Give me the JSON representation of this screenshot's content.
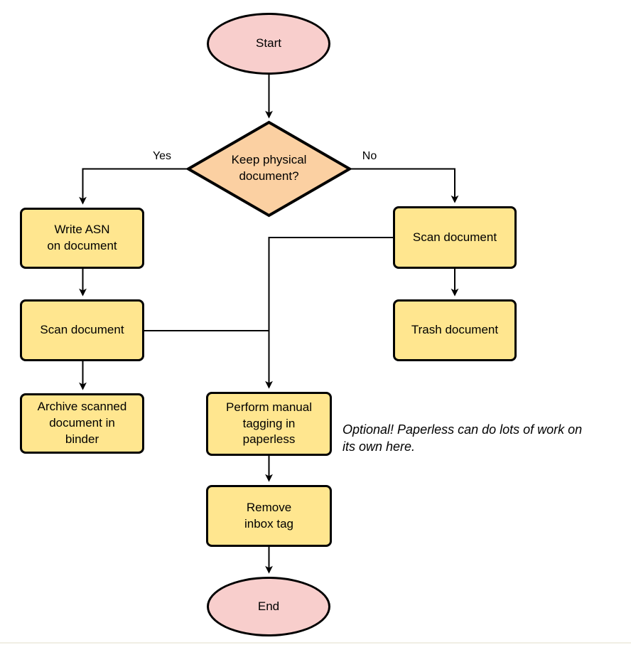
{
  "diagram": {
    "nodes": {
      "start": {
        "label": "Start",
        "shape": "terminator"
      },
      "keep_physical": {
        "label": "Keep physical\ndocument?",
        "shape": "decision"
      },
      "write_asn": {
        "label": "Write ASN\non document",
        "shape": "process"
      },
      "scan_document_yes": {
        "label": "Scan document",
        "shape": "process"
      },
      "archive_binder": {
        "label": "Archive scanned\ndocument in\nbinder",
        "shape": "process"
      },
      "scan_document_no": {
        "label": "Scan document",
        "shape": "process"
      },
      "trash_document": {
        "label": "Trash document",
        "shape": "process"
      },
      "manual_tagging": {
        "label": "Perform manual\ntagging in\npaperless",
        "shape": "process"
      },
      "remove_inbox_tag": {
        "label": "Remove\ninbox tag",
        "shape": "process"
      },
      "end": {
        "label": "End",
        "shape": "terminator"
      }
    },
    "edge_labels": {
      "yes": "Yes",
      "no": "No"
    },
    "annotation": "Optional! Paperless can do lots of work on\nits own here.",
    "colors": {
      "terminator_fill": "#f8cecc",
      "decision_fill": "#fbd0a2",
      "process_fill": "#ffe68f",
      "stroke": "#000000"
    }
  }
}
